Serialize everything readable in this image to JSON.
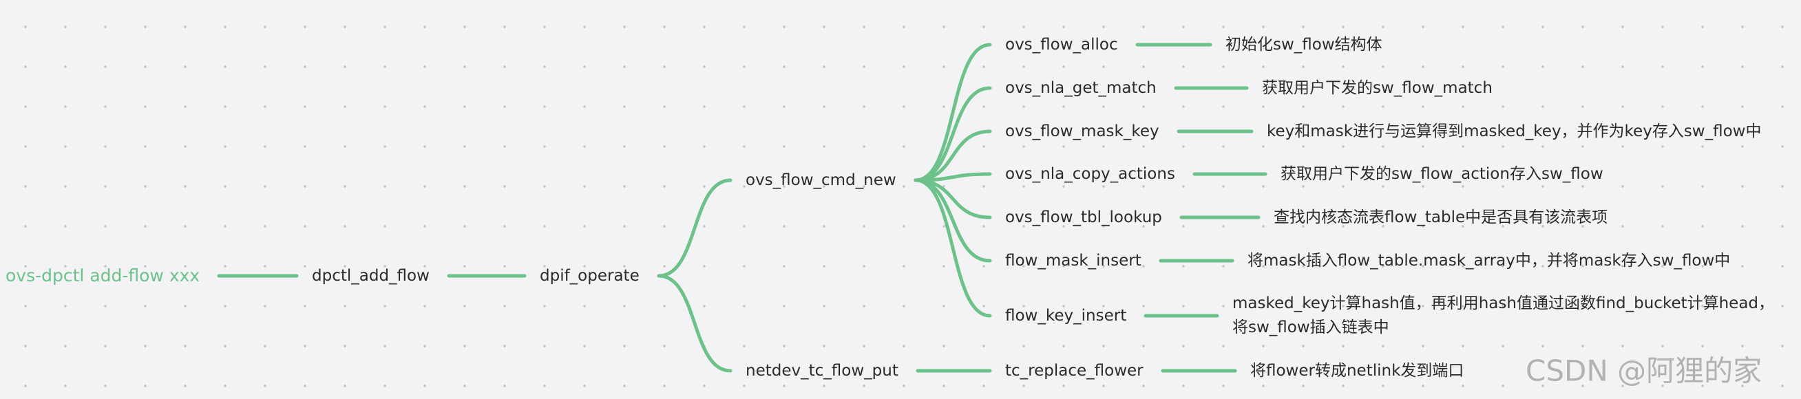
{
  "diagram": {
    "type": "mind-map",
    "line_color": "#6cc28a",
    "root": {
      "id": "root",
      "label": "ovs-dpctl add-flow xxx"
    },
    "nodes": [
      {
        "id": "dpctl",
        "label": "dpctl_add_flow"
      },
      {
        "id": "dpif",
        "label": "dpif_operate"
      },
      {
        "id": "cmdnew",
        "label": "ovs_flow_cmd_new"
      },
      {
        "id": "tcput",
        "label": "netdev_tc_flow_put"
      },
      {
        "id": "alloc",
        "label": "ovs_flow_alloc"
      },
      {
        "id": "getmatch",
        "label": "ovs_nla_get_match"
      },
      {
        "id": "maskkey",
        "label": "ovs_flow_mask_key"
      },
      {
        "id": "copyact",
        "label": "ovs_nla_copy_actions"
      },
      {
        "id": "lookup",
        "label": "ovs_flow_tbl_lookup"
      },
      {
        "id": "maskins",
        "label": "flow_mask_insert"
      },
      {
        "id": "keyins",
        "label": "flow_key_insert"
      },
      {
        "id": "tcrepl",
        "label": "tc_replace_flower"
      },
      {
        "id": "d_alloc",
        "label": "初始化sw_flow结构体"
      },
      {
        "id": "d_getmatch",
        "label": "获取用户下发的sw_flow_match"
      },
      {
        "id": "d_maskkey",
        "label": "key和mask进行与运算得到masked_key，并作为key存入sw_flow中"
      },
      {
        "id": "d_copyact",
        "label": "获取用户下发的sw_flow_action存入sw_flow"
      },
      {
        "id": "d_lookup",
        "label": "查找内核态流表flow_table中是否具有该流表项"
      },
      {
        "id": "d_maskins",
        "label": "将mask插入flow_table.mask_array中，并将mask存入sw_flow中"
      },
      {
        "id": "d_keyins",
        "lines": [
          "masked_key计算hash值，再利用hash值通过函数find_bucket计算head，",
          "将sw_flow插入链表中"
        ]
      },
      {
        "id": "d_tcrepl",
        "label": "将flower转成netlink发到端口"
      }
    ],
    "edges": [
      [
        "root",
        "dpctl"
      ],
      [
        "dpctl",
        "dpif"
      ],
      [
        "dpif",
        "cmdnew"
      ],
      [
        "dpif",
        "tcput"
      ],
      [
        "cmdnew",
        "alloc"
      ],
      [
        "cmdnew",
        "getmatch"
      ],
      [
        "cmdnew",
        "maskkey"
      ],
      [
        "cmdnew",
        "copyact"
      ],
      [
        "cmdnew",
        "lookup"
      ],
      [
        "cmdnew",
        "maskins"
      ],
      [
        "cmdnew",
        "keyins"
      ],
      [
        "tcput",
        "tcrepl"
      ],
      [
        "alloc",
        "d_alloc"
      ],
      [
        "getmatch",
        "d_getmatch"
      ],
      [
        "maskkey",
        "d_maskkey"
      ],
      [
        "copyact",
        "d_copyact"
      ],
      [
        "lookup",
        "d_lookup"
      ],
      [
        "maskins",
        "d_maskins"
      ],
      [
        "keyins",
        "d_keyins"
      ],
      [
        "tcrepl",
        "d_tcrepl"
      ]
    ]
  },
  "watermark": "CSDN @阿狸的家"
}
